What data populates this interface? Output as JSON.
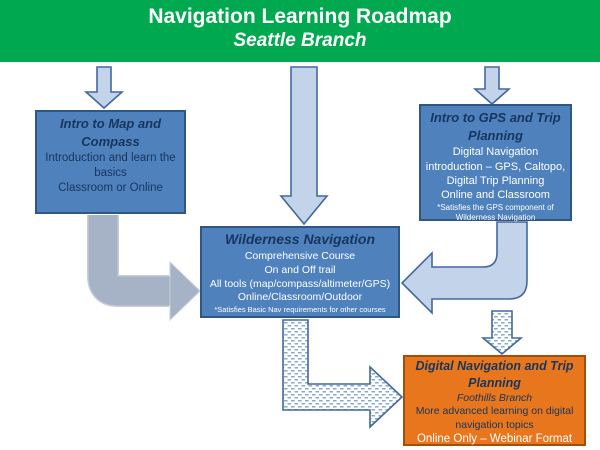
{
  "header": {
    "title": "Navigation Learning Roadmap",
    "subtitle": "Seattle Branch"
  },
  "boxes": {
    "map_compass": {
      "title": "Intro to Map and Compass",
      "body1": "Introduction and learn the basics",
      "body2": "Classroom or Online"
    },
    "gps_trip": {
      "title": "Intro to GPS and Trip Planning",
      "body1": "Digital Navigation introduction – GPS, Caltopo, Digital Trip Planning",
      "body2": "Online and Classroom",
      "footnote": "*Satisfies the GPS component of Wilderness Navigation"
    },
    "wilderness": {
      "title": "Wilderness Navigation",
      "body1": "Comprehensive Course",
      "body2": "On and Off trail",
      "body3": "All tools (map/compass/altimeter/GPS)",
      "body4": "Online/Classroom/Outdoor",
      "footnote": "*Satisfies Basic Nav requirements for other courses"
    },
    "digital_nav": {
      "title": "Digital Navigation and Trip Planning",
      "branch": "Foothills Branch",
      "body1": "More advanced learning on digital navigation topics",
      "body2": "Online Only – Webinar Format"
    }
  },
  "edges": [
    {
      "from": "header",
      "to": "map_compass",
      "style": "solid-down-arrow"
    },
    {
      "from": "header",
      "to": "wilderness",
      "style": "solid-down-arrow"
    },
    {
      "from": "header",
      "to": "gps_trip",
      "style": "solid-down-arrow"
    },
    {
      "from": "map_compass",
      "to": "wilderness",
      "style": "gray-elbow-arrow"
    },
    {
      "from": "gps_trip",
      "to": "wilderness",
      "style": "blue-elbow-arrow"
    },
    {
      "from": "wilderness",
      "to": "digital_nav",
      "style": "striped-elbow-arrow"
    },
    {
      "from": "gps_trip",
      "to": "digital_nav",
      "style": "striped-down-arrow"
    }
  ],
  "colors": {
    "header_green": "#00a94f",
    "box_blue": "#4f81bd",
    "box_blue_border": "#2f5684",
    "navy_text": "#17365d",
    "orange": "#e8761d",
    "orange_border": "#a34e0d",
    "arrow_light_blue": "#c3d3e9",
    "arrow_blue_border": "#44689d",
    "arrow_gray": "#a6b2c5",
    "arrow_gray_border": "#c6cdd9",
    "stripe_dash": "#8aa9cf"
  }
}
